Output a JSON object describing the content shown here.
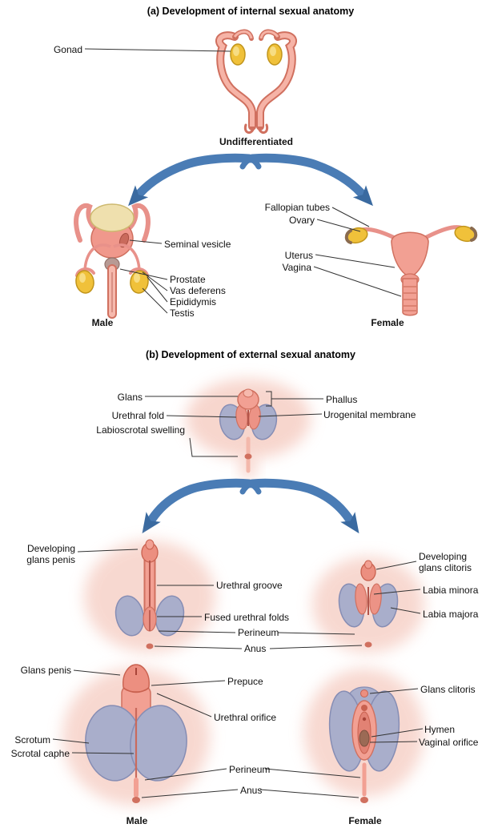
{
  "figure": {
    "section_a": {
      "title": "(a) Development of internal sexual anatomy",
      "undifferentiated_caption": "Undifferentiated",
      "labels": {
        "gonad": "Gonad",
        "seminal_vesicle": "Seminal vesicle",
        "prostate": "Prostate",
        "vas_deferens": "Vas deferens",
        "epididymis": "Epididymis",
        "testis": "Testis",
        "fallopian_tubes": "Fallopian tubes",
        "ovary": "Ovary",
        "uterus": "Uterus",
        "vagina": "Vagina"
      },
      "male_caption": "Male",
      "female_caption": "Female"
    },
    "section_b": {
      "title": "(b) Development of external sexual anatomy",
      "undifferentiated_labels": {
        "glans": "Glans",
        "urethral_fold": "Urethral fold",
        "labioscrotal_swelling": "Labioscrotal swelling",
        "phallus": "Phallus",
        "urogenital_membrane": "Urogenital membrane"
      },
      "developing_labels": {
        "developing_glans_penis": "Developing\nglans penis",
        "urethral_groove": "Urethral groove",
        "fused_urethral_folds": "Fused urethral folds",
        "perineum": "Perineum",
        "anus": "Anus",
        "developing_glans_clitoris": "Developing\nglans clitoris",
        "labia_minora": "Labia minora",
        "labia_majora": "Labia majora"
      },
      "final_labels": {
        "glans_penis": "Glans penis",
        "prepuce": "Prepuce",
        "urethral_orifice": "Urethral orifice",
        "scrotum": "Scrotum",
        "scrotal_caphe": "Scrotal caphe",
        "glans_clitoris": "Glans clitoris",
        "hymen": "Hymen",
        "vaginal_orifice": "Vaginal orifice",
        "perineum": "Perineum",
        "anus": "Anus"
      },
      "male_caption": "Male",
      "female_caption": "Female"
    }
  },
  "colors": {
    "salmon": "#f2a093",
    "salmon_light": "#f6b9ad",
    "salmon_dark": "#d0705f",
    "gonad_yellow": "#f0c13a",
    "swelling_purple": "#a9aecb",
    "arrow_blue": "#4a7cb5",
    "leader_line": "#333333",
    "background": "#ffffff"
  }
}
